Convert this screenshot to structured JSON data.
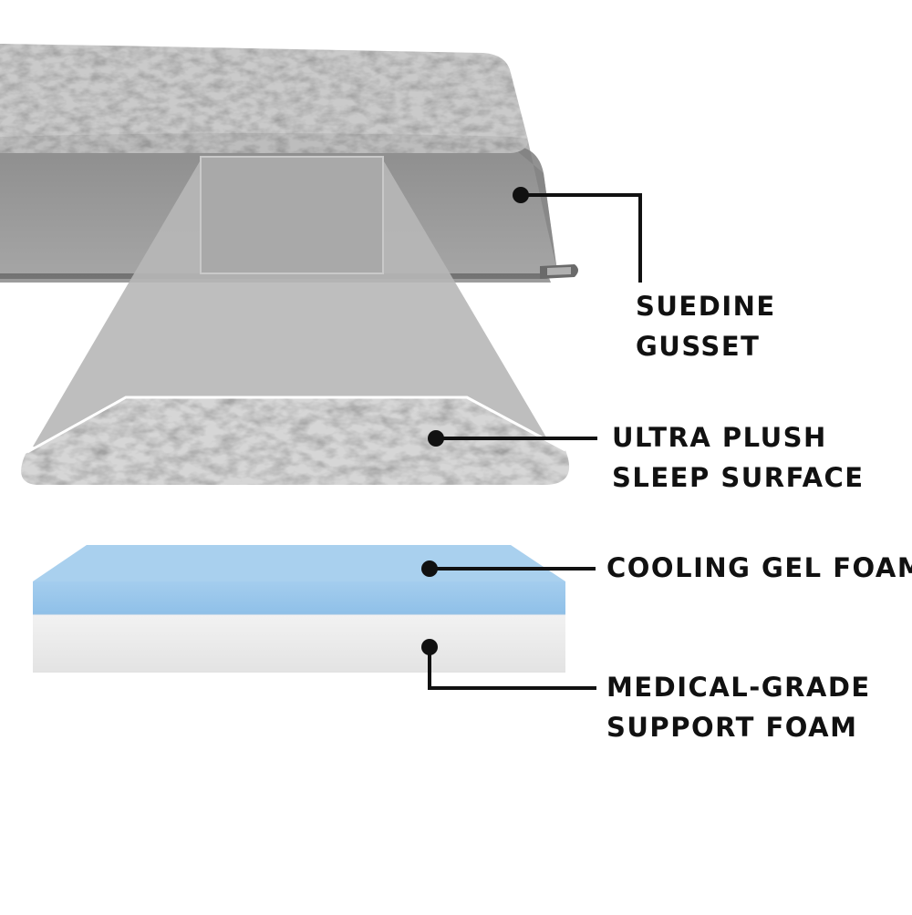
{
  "callouts": [
    {
      "id": "gusset",
      "lines": [
        "SUEDINE",
        "GUSSET"
      ]
    },
    {
      "id": "plush",
      "lines": [
        "ULTRA PLUSH",
        "SLEEP SURFACE"
      ]
    },
    {
      "id": "gel",
      "lines": [
        "COOLING GEL FOAM"
      ]
    },
    {
      "id": "support",
      "lines": [
        "MEDICAL-GRADE",
        "SUPPORT FOAM"
      ]
    }
  ],
  "colors": {
    "leader": "#111111",
    "fur": "#c7c7c7",
    "gusset": "#9d9d9d",
    "gel_foam": "#9dc8ea",
    "support_foam": "#ececec",
    "magnifier": "#b8b8b8"
  },
  "icons": [
    "callout-dot-icon",
    "zipper-pull-icon"
  ]
}
